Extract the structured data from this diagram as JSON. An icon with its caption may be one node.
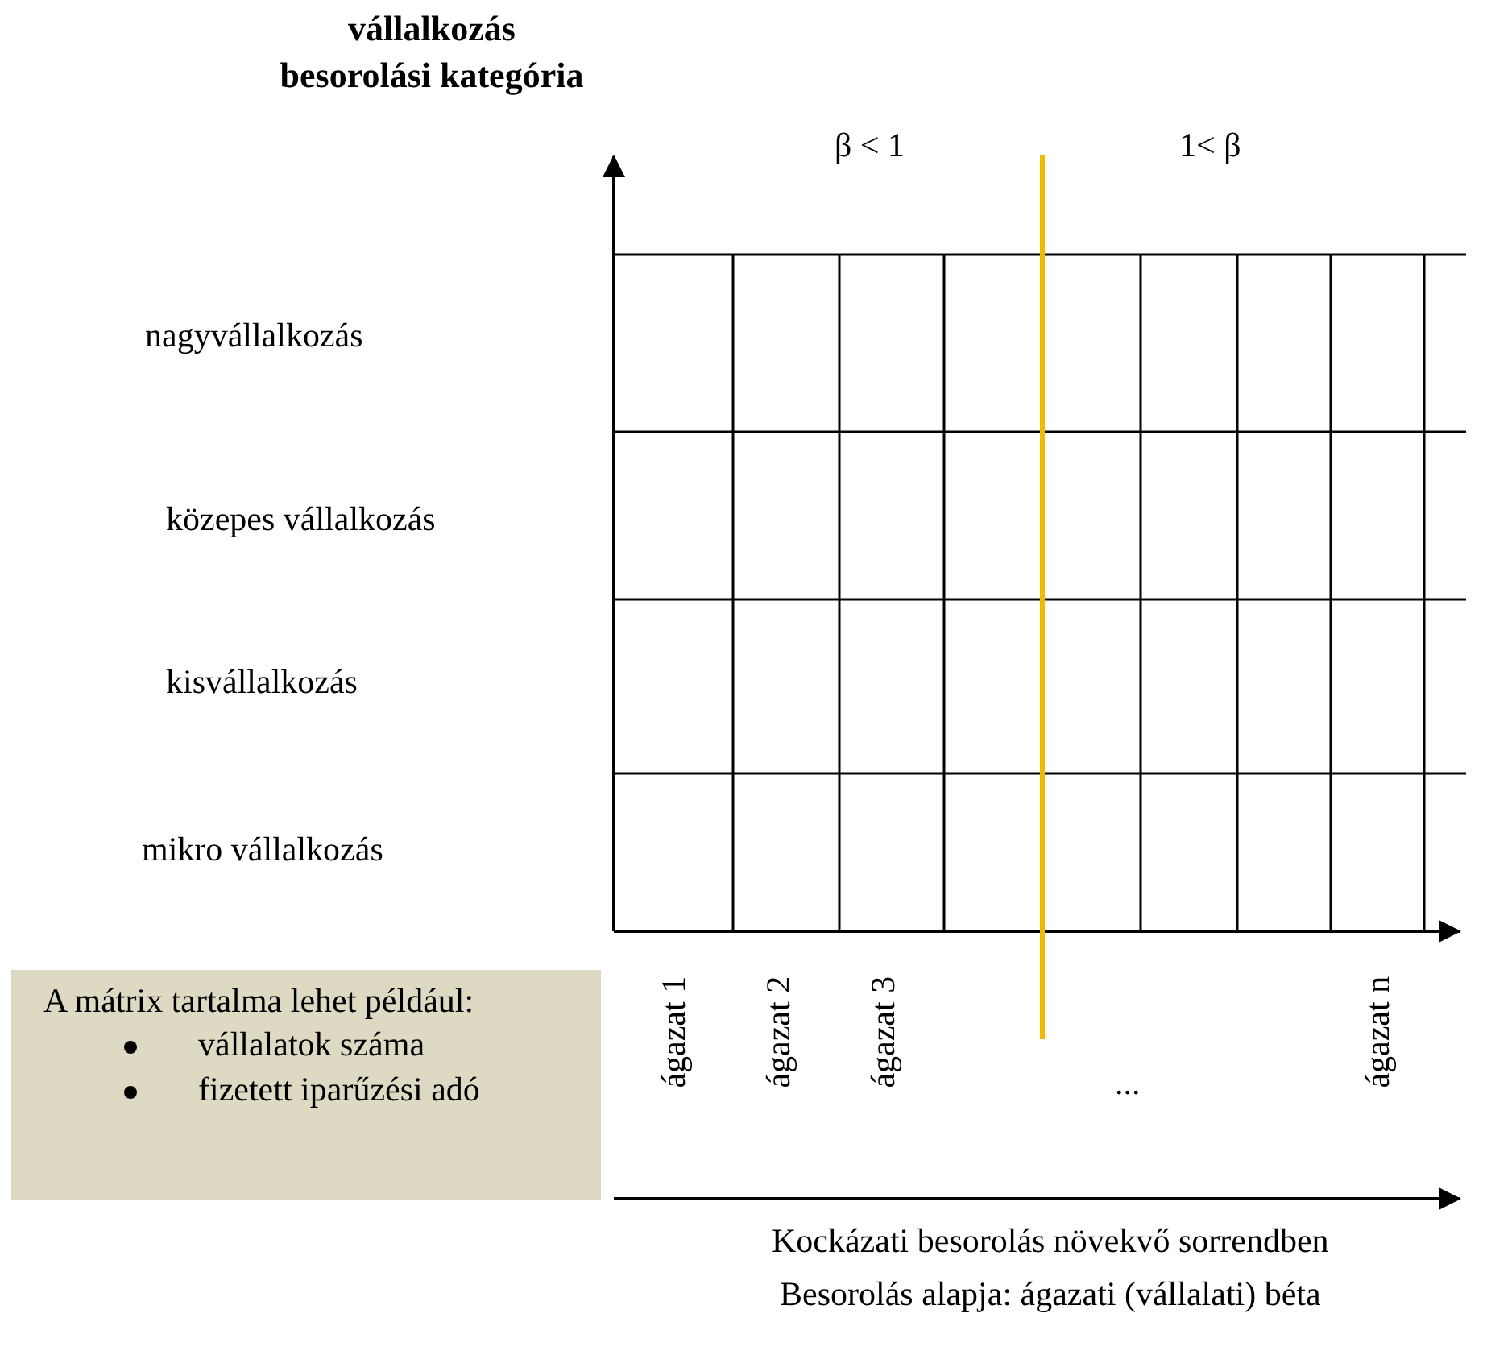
{
  "diagram": {
    "nodes": [
      {
        "text": [
          "A mátrix tartalma lehet például:",
          "vállalatok száma",
          "fizetett iparűzési adó"
        ]
      }
    ],
    "labels": [
      "vállalkozás besorolási kategória",
      "β < 1",
      "1< β",
      "nagyvállalkozás",
      "közepes vállalkozás",
      "kisvállalkozás",
      "mikro vállalkozás",
      "ágazat 1",
      "ágazat 2",
      "ágazat 3",
      "...",
      "ágazat n",
      "Kockázati besorolás növekvő sorrendben",
      "Besorolás alapja: ágazati (vállalati) béta"
    ]
  }
}
